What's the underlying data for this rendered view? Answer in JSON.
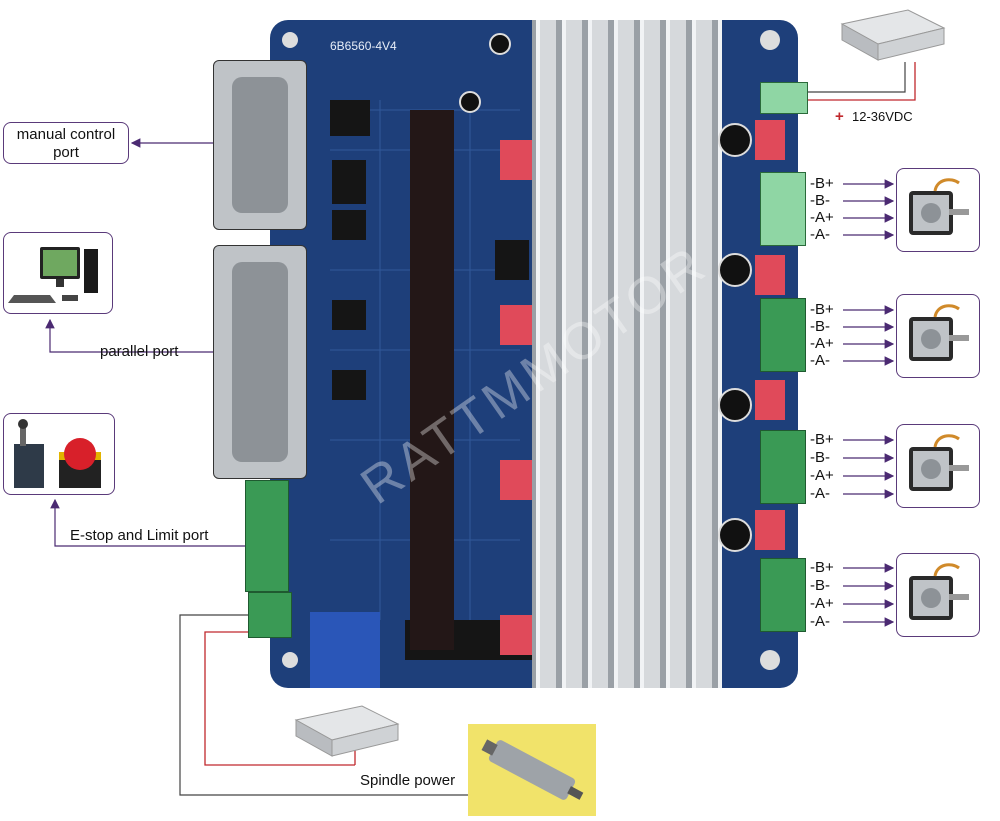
{
  "board": {
    "model": "6B6560-4V4",
    "watermark": "RATTMMOTOR"
  },
  "labels": {
    "manual_control_line1": "manual control",
    "manual_control_line2": "port",
    "parallel_port": "parallel port",
    "estop_limit": "E-stop and Limit  port",
    "spindle_power": "Spindle power",
    "power_plus": "+",
    "power_voltage": "12-36VDC"
  },
  "motor_outputs": [
    {
      "pins": [
        "-B+",
        "-B-",
        "-A+",
        "-A-"
      ]
    },
    {
      "pins": [
        "-B+",
        "-B-",
        "-A+",
        "-A-"
      ]
    },
    {
      "pins": [
        "-B+",
        "-B-",
        "-A+",
        "-A-"
      ]
    },
    {
      "pins": [
        "-B+",
        "-B-",
        "-A+",
        "-A-"
      ]
    }
  ],
  "colors": {
    "pcb": "#1e3f7a",
    "heatsink": "#c9ccd0",
    "terminal_green": "#3a9a55",
    "arrow": "#4b2a72",
    "power_wire": "#c0282d",
    "box_border": "#5a3a7a"
  },
  "icons": {
    "pc": "computer-icon",
    "estop": "emergency-stop-icon",
    "motor": "stepper-motor-icon",
    "psu": "power-supply-icon",
    "spindle": "spindle-motor-icon"
  }
}
